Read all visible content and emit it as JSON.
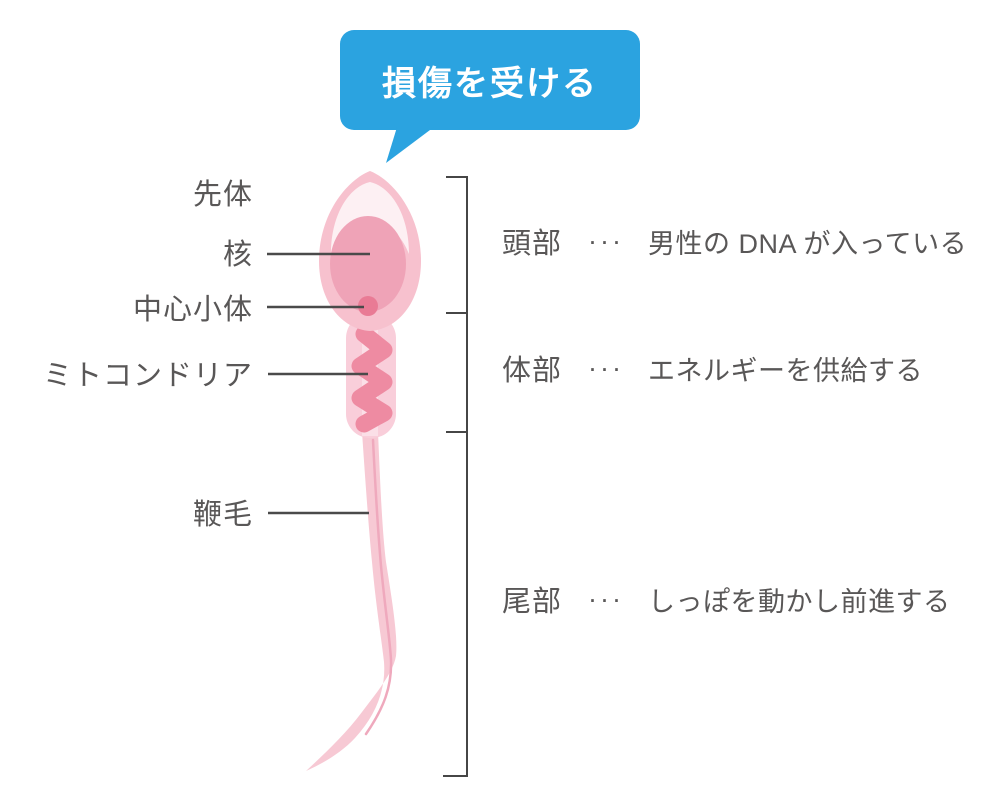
{
  "bubble": {
    "label": "損傷を受ける",
    "bg_color": "#2BA3E0",
    "text_color": "#FFFFFF"
  },
  "part_labels": [
    {
      "name": "acrosome",
      "text": "先体"
    },
    {
      "name": "nucleus",
      "text": "核"
    },
    {
      "name": "centriole",
      "text": "中心小体"
    },
    {
      "name": "mitochondria",
      "text": "ミトコンドリア"
    },
    {
      "name": "flagellum",
      "text": "鞭毛"
    }
  ],
  "regions": [
    {
      "name": "head",
      "label": "頭部",
      "dots": "···",
      "description": "男性の DNA が入っている"
    },
    {
      "name": "midpiece",
      "label": "体部",
      "dots": "···",
      "description": "エネルギーを供給する"
    },
    {
      "name": "tail",
      "label": "尾部",
      "dots": "···",
      "description": "しっぽを動かし前進する"
    }
  ],
  "colors": {
    "text_gray": "#595757",
    "line_gray": "#4A4A4A",
    "bracket_gray": "#464646",
    "head_pink": "#F7C1CE",
    "acrosome_pale": "#FDF0F3",
    "nucleus_pink": "#EFA3B7",
    "midpiece_pink": "#F9CEDA",
    "axial_band_pink": "#FBDFE7",
    "coil_pink": "#EE8BA2",
    "centriole_pink": "#E97B95",
    "tail_pink": "#F7C9D4",
    "tail_stripe_pink": "#EFA9BD"
  }
}
